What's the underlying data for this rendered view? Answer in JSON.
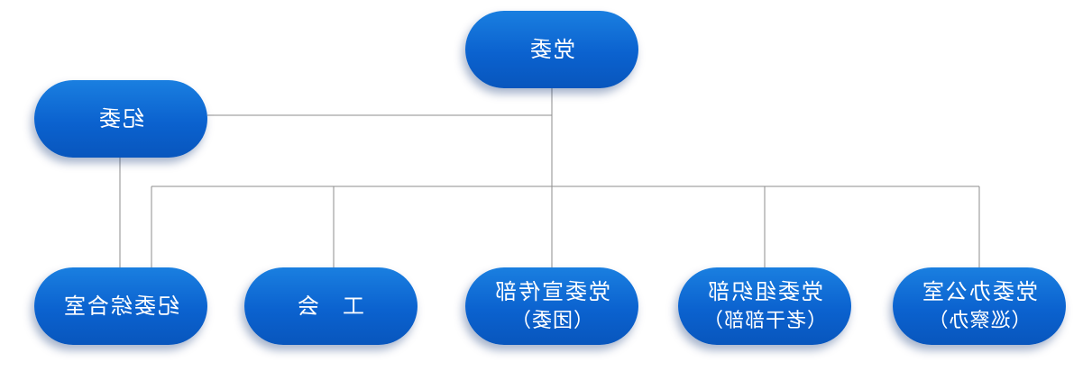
{
  "diagram": {
    "root": {
      "label": "党委"
    },
    "discipline": {
      "label": "纪委"
    },
    "departments": [
      {
        "line1": "党委办公室",
        "line2": "（巡察办）"
      },
      {
        "line1": "党委组织部",
        "line2": "（老干部部）"
      },
      {
        "line1": "党委宣传部",
        "line2": "（团委）"
      },
      {
        "line1": "工会",
        "line2": ""
      },
      {
        "line1": "纪委综合室",
        "line2": ""
      }
    ]
  },
  "colors": {
    "node_fill": "#0b62cf",
    "node_text": "#ffffff",
    "connector": "#8c8c8c"
  }
}
